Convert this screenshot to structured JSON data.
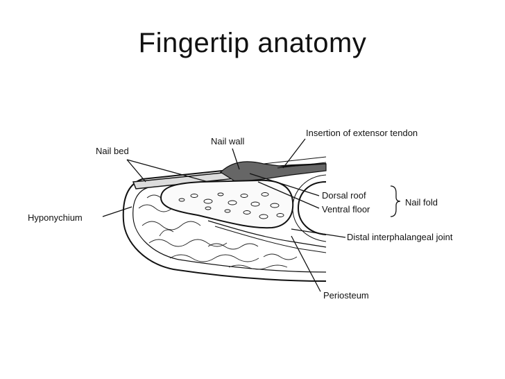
{
  "slide": {
    "title": "Fingertip anatomy"
  },
  "diagram": {
    "labels": {
      "nail_bed": "Nail bed",
      "nail_wall": "Nail wall",
      "insertion": "Insertion of extensor tendon",
      "hyponychium": "Hyponychium",
      "dorsal_roof": "Dorsal roof",
      "ventral_floor": "Ventral floor",
      "nail_fold": "Nail fold",
      "dip_joint": "Distal interphalangeal joint",
      "periosteum": "Periosteum"
    }
  }
}
